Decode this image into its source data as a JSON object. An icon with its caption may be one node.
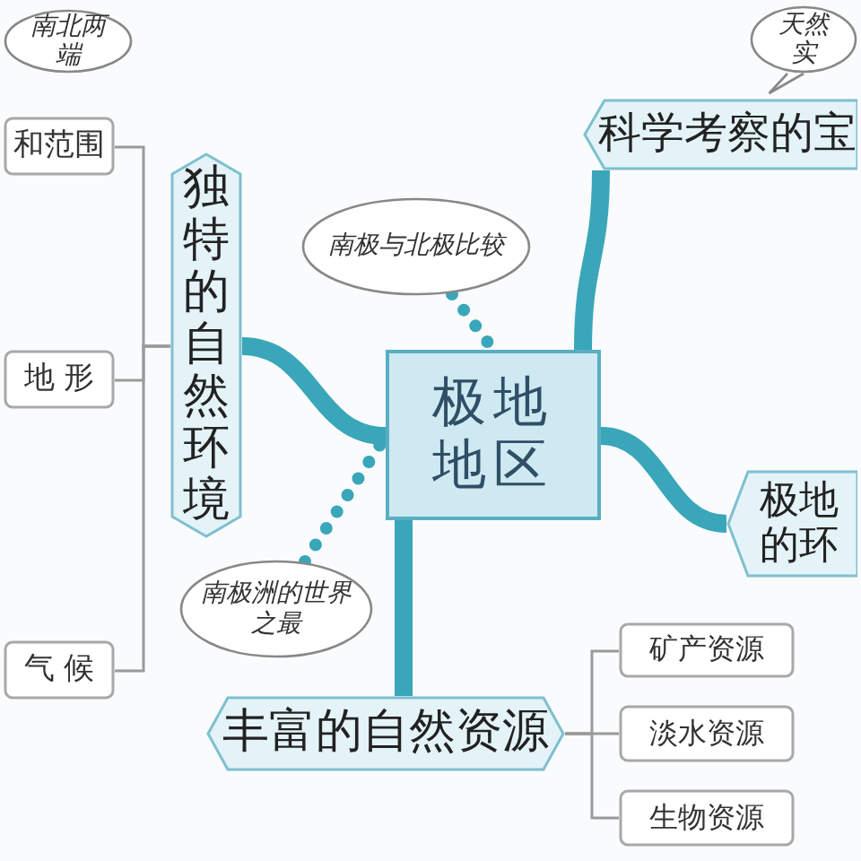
{
  "diagram": {
    "nodes": [
      {
        "text": [
          "南北两端"
        ]
      },
      {
        "text": [
          "和范围"
        ]
      },
      {
        "text": [
          "独特的自然环境"
        ]
      },
      {
        "text": [
          "地 形"
        ]
      },
      {
        "text": [
          "气 候"
        ]
      },
      {
        "text": [
          "南极与北极比较"
        ]
      },
      {
        "text": [
          "天然实"
        ]
      },
      {
        "text": [
          "科学考察的宝"
        ]
      },
      {
        "text": [
          "极地地区"
        ]
      },
      {
        "text": [
          "极地的环"
        ]
      },
      {
        "text": [
          "南极洲的世界之最"
        ]
      },
      {
        "text": [
          "丰富的自然资源"
        ]
      },
      {
        "text": [
          "矿产资源"
        ]
      },
      {
        "text": [
          "淡水资源"
        ]
      },
      {
        "text": [
          "生物资源"
        ]
      }
    ],
    "edges": [
      {
        "from": 2,
        "to": 1,
        "arrow": "none"
      },
      {
        "from": 2,
        "to": 3,
        "arrow": "none"
      },
      {
        "from": 2,
        "to": 4,
        "arrow": "none"
      },
      {
        "from": 8,
        "to": 2,
        "arrow": "none",
        "style": "thick",
        "color": "#3aa6b9"
      },
      {
        "from": 8,
        "to": 7,
        "arrow": "none",
        "style": "thick",
        "color": "#3aa6b9"
      },
      {
        "from": 8,
        "to": 11,
        "arrow": "none",
        "style": "thick",
        "color": "#3aa6b9"
      },
      {
        "from": 8,
        "to": 9,
        "arrow": "none",
        "style": "thick",
        "color": "#3aa6b9"
      },
      {
        "from": 5,
        "to": 8,
        "arrow": "none",
        "style": "dashed",
        "color": "#3aa6b9"
      },
      {
        "from": 10,
        "to": 8,
        "arrow": "none",
        "style": "dashed",
        "color": "#3aa6b9"
      },
      {
        "from": 11,
        "to": 12,
        "arrow": "none"
      },
      {
        "from": 11,
        "to": 13,
        "arrow": "none"
      },
      {
        "from": 11,
        "to": 14,
        "arrow": "none"
      }
    ]
  }
}
